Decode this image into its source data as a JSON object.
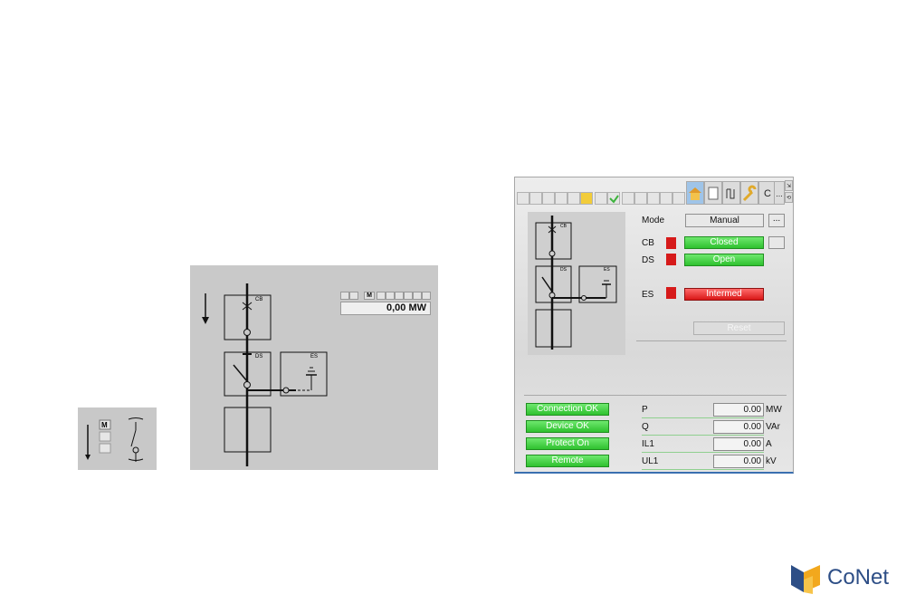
{
  "small_panel": {
    "mode_label": "M"
  },
  "mid_panel": {
    "cb_label": "CB",
    "ds_label": "DS",
    "es_label": "ES",
    "mode_label": "M",
    "power_value": "0,00 MW"
  },
  "faceplate": {
    "toolbar": {
      "c_label": "C",
      "more_label": "..."
    },
    "diagram": {
      "cb_label": "CB",
      "ds_label": "DS",
      "es_label": "ES"
    },
    "mode": {
      "label": "Mode",
      "value": "Manual",
      "more": "..."
    },
    "cb": {
      "label": "CB",
      "value": "Closed",
      "state_color": "#2fc12f"
    },
    "ds": {
      "label": "DS",
      "value": "Open",
      "state_color": "#2fc12f"
    },
    "es": {
      "label": "ES",
      "value": "Intermed",
      "state_color": "#d81616"
    },
    "reset_label": "Reset",
    "status": [
      {
        "label": "Connection OK"
      },
      {
        "label": "Device OK"
      },
      {
        "label": "Protect On"
      },
      {
        "label": "Remote"
      }
    ],
    "measurements": [
      {
        "name": "P",
        "value": "0.00",
        "unit": "MW"
      },
      {
        "name": "Q",
        "value": "0.00",
        "unit": "VAr"
      },
      {
        "name": "IL1",
        "value": "0.00",
        "unit": "A"
      },
      {
        "name": "UL1",
        "value": "0.00",
        "unit": "kV"
      }
    ]
  },
  "logo": {
    "text": "CoNet"
  }
}
